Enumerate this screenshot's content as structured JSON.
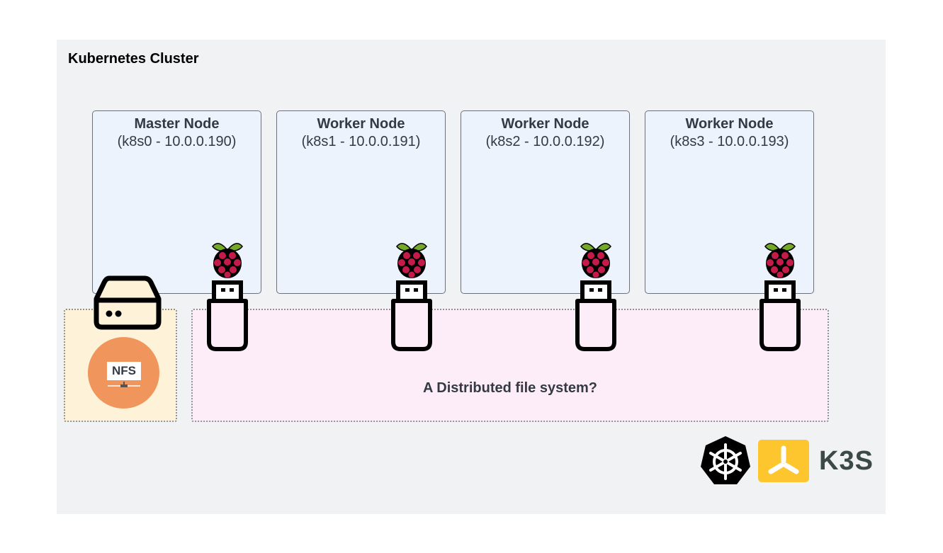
{
  "cluster": {
    "title": "Kubernetes Cluster"
  },
  "nodes": [
    {
      "role": "Master Node",
      "host": "(k8s0 - 10.0.0.190)"
    },
    {
      "role": "Worker Node",
      "host": "(k8s1 - 10.0.0.191)"
    },
    {
      "role": "Worker Node",
      "host": "(k8s2 - 10.0.0.192)"
    },
    {
      "role": "Worker Node",
      "host": "(k8s3 - 10.0.0.193)"
    }
  ],
  "storage": {
    "nfs_label": "NFS",
    "distributed_label": "A Distributed file system?"
  },
  "logos": {
    "kubernetes": "kubernetes-logo",
    "k3s_text": "K3S"
  },
  "colors": {
    "cluster_bg": "#f1f2f4",
    "node_bg": "#ecf3fd",
    "nfs_zone_bg": "#fef2d9",
    "dfs_zone_bg": "#fdedf8",
    "nfs_circle": "#f0955b",
    "k3s_yellow": "#fec62e",
    "raspberry": "#c51a4a",
    "leaf": "#75a928"
  }
}
